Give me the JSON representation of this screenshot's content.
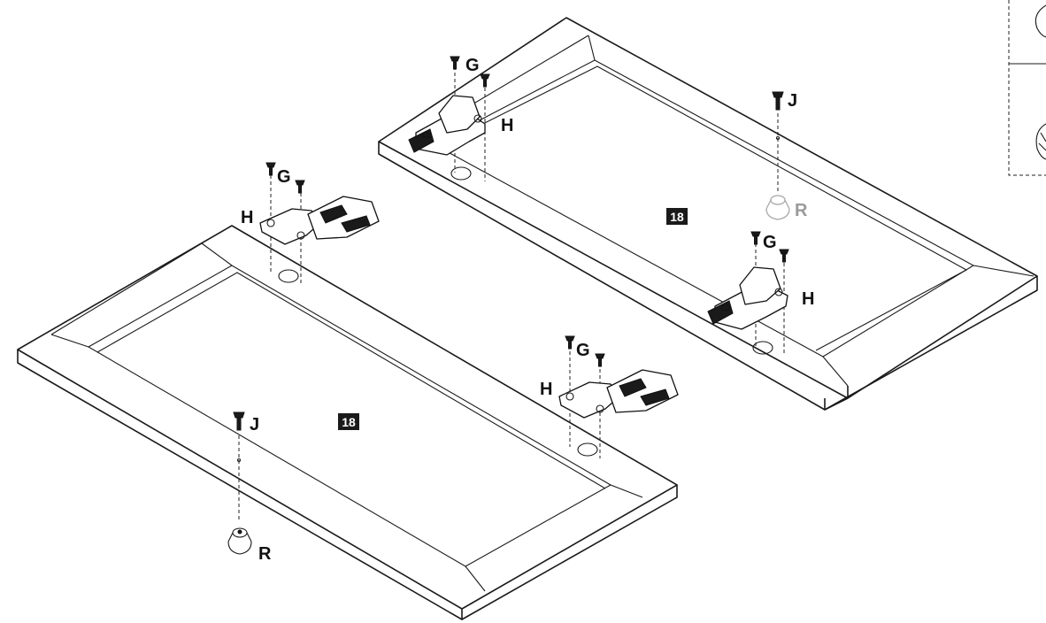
{
  "labels": {
    "screw": "G",
    "hinge": "H",
    "knob_screw": "J",
    "knob": "R",
    "panel_number": "18"
  },
  "colors": {
    "line": "#1a1a1a",
    "ghost_part": "#9a9a9a",
    "badge": "#1a1a1a"
  }
}
